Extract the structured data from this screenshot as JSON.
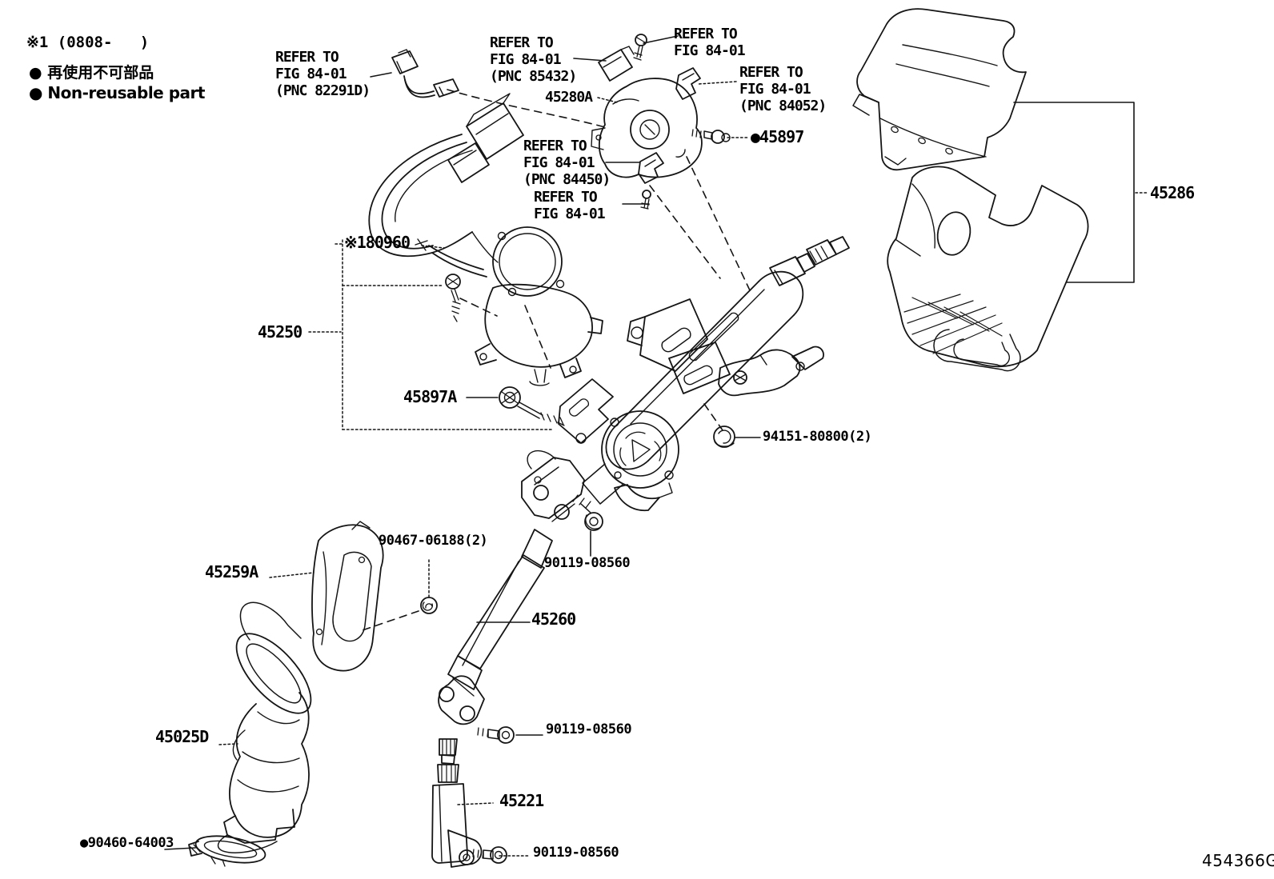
{
  "legend": {
    "revision_note": "※1 (0808-   )",
    "nonreusable_jp": "● 再使用不可部品",
    "nonreusable_en": "● Non-reusable part"
  },
  "refs": {
    "pnc_82291d": "REFER TO\nFIG 84-01\n(PNC 82291D)",
    "pnc_85432": "REFER TO\nFIG 84-01\n(PNC 85432)",
    "fig_8401_a": "REFER TO\nFIG 84-01",
    "pnc_84052": "REFER TO\nFIG 84-01\n(PNC 84052)",
    "pnc_84450": "REFER TO\nFIG 84-01\n(PNC 84450)",
    "fig_8401_b": "REFER TO\nFIG 84-01"
  },
  "parts": {
    "p45280a": "45280A",
    "p45897": "●45897",
    "p180960": "※180960",
    "p45250": "45250",
    "p45897a": "45897A",
    "p94151": "94151-80800(2)",
    "p45286": "45286",
    "p45259a": "45259A",
    "p90467": "90467-06188(2)",
    "p90119_mid": "90119-08560",
    "p45260": "45260",
    "p45025d": "45025D",
    "p90119_low": "90119-08560",
    "p45221": "45221",
    "p90460": "●90460-64003",
    "p90119_bot": "90119-08560"
  },
  "footer": {
    "drawing_code": "454366G"
  }
}
